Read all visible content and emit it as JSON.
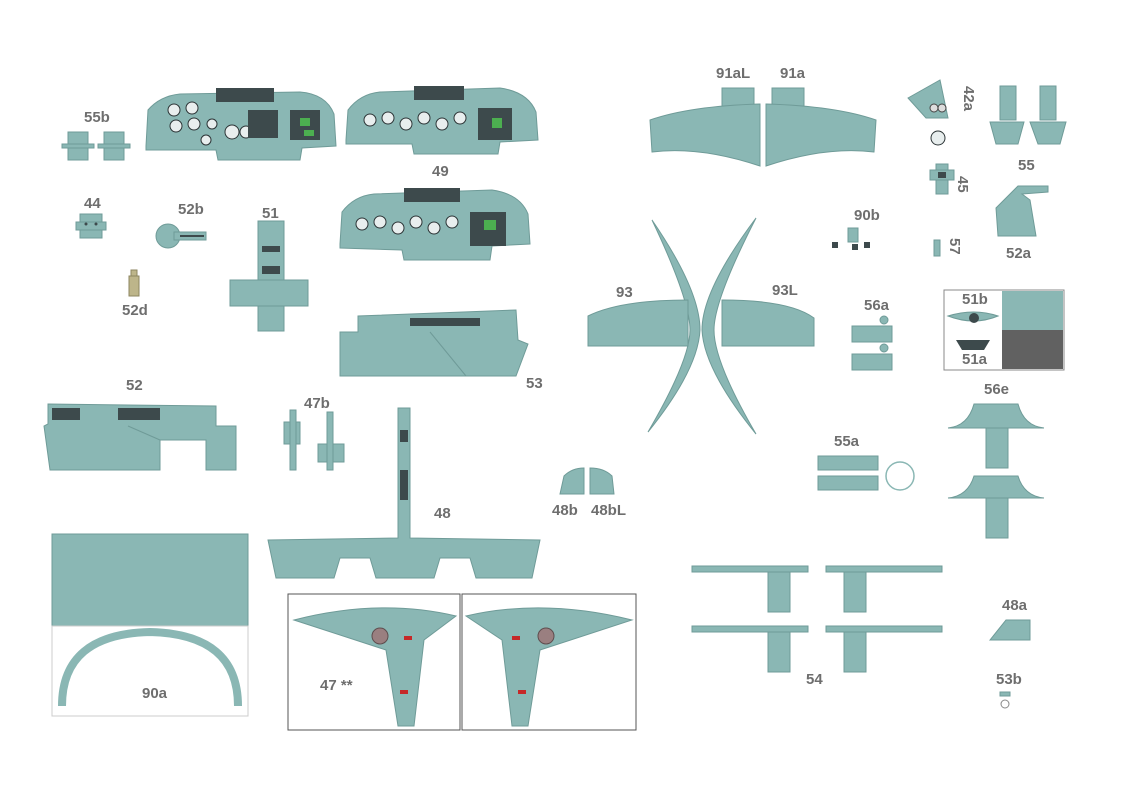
{
  "colors": {
    "part": "#8ab7b4",
    "part_edge": "#6f9b98",
    "panel_dark": "#3d4a4c",
    "label": "#6e6e6e",
    "dark_block": "#616161",
    "frame": "#555555"
  },
  "labels": {
    "p55b": "55b",
    "p49": "49",
    "p44": "44",
    "p52b": "52b",
    "p51": "51",
    "p52d": "52d",
    "p53": "53",
    "p52": "52",
    "p47b": "47b",
    "p48": "48",
    "p48b": "48b",
    "p48bL": "48bL",
    "p90a": "90a",
    "p47": "47 **",
    "p91aL": "91aL",
    "p91a": "91a",
    "p93": "93",
    "p93L": "93L",
    "p90b": "90b",
    "p42a": "42a",
    "p55": "55",
    "p45": "45",
    "p52a": "52a",
    "p57": "57",
    "p56a": "56a",
    "p51b": "51b",
    "p51a": "51a",
    "p56e": "56e",
    "p55a": "55a",
    "p54": "54",
    "p48a": "48a",
    "p53b": "53b"
  }
}
